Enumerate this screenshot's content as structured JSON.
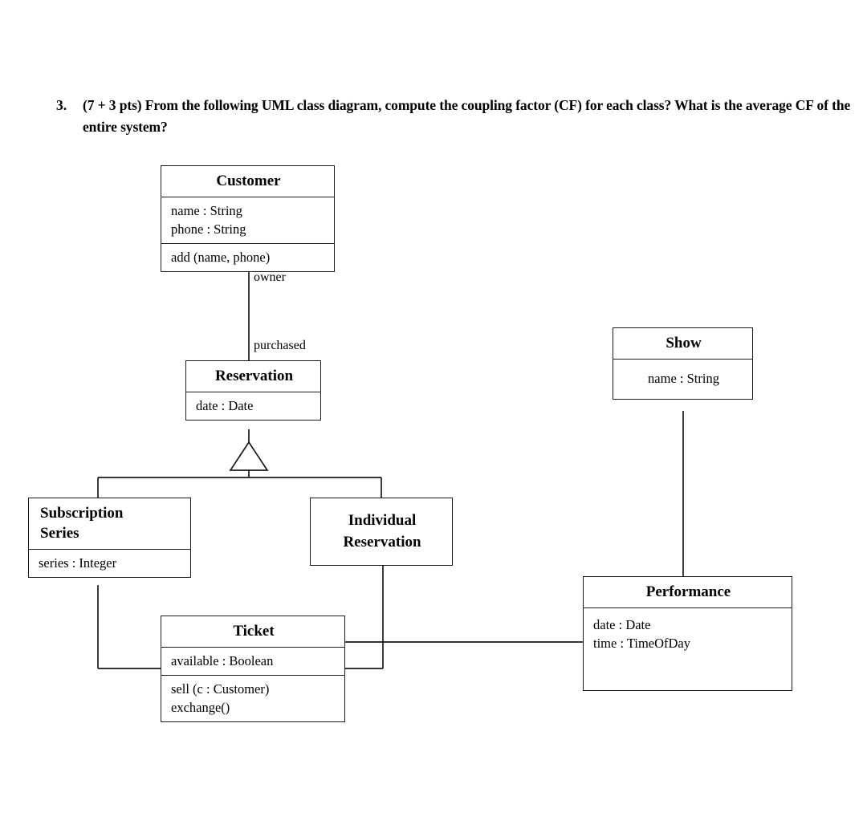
{
  "question": {
    "number": "3.",
    "text": "(7 + 3 pts) From the following UML class diagram, compute the coupling factor (CF) for each class? What is the average CF of the entire system?"
  },
  "diagram": {
    "type": "uml-class-diagram",
    "classes": {
      "customer": {
        "name": "Customer",
        "attributes": [
          "name : String",
          "phone : String"
        ],
        "operations": [
          "add (name, phone)"
        ]
      },
      "reservation": {
        "name": "Reservation",
        "attributes": [
          "date : Date"
        ],
        "operations": []
      },
      "subscription_series": {
        "name_line1": "Subscription",
        "name_line2": "Series",
        "attributes": [
          "series : Integer"
        ],
        "operations": []
      },
      "individual_reservation": {
        "name_line1": "Individual",
        "name_line2": "Reservation",
        "attributes": [],
        "operations": []
      },
      "ticket": {
        "name": "Ticket",
        "attributes": [
          "available : Boolean"
        ],
        "operations": [
          "sell  (c : Customer)",
          "exchange()"
        ]
      },
      "show": {
        "name": "Show",
        "attributes": [
          "name : String"
        ],
        "operations": []
      },
      "performance": {
        "name": "Performance",
        "attributes": [
          "date : Date",
          "time : TimeOfDay"
        ],
        "operations": []
      }
    },
    "association_labels": {
      "owner": "owner",
      "purchased": "purchased"
    },
    "relationships": [
      {
        "kind": "association",
        "from": "Customer",
        "to": "Reservation",
        "from_role": "owner",
        "to_role": "purchased"
      },
      {
        "kind": "generalization",
        "from": "Subscription Series",
        "to": "Reservation"
      },
      {
        "kind": "generalization",
        "from": "Individual Reservation",
        "to": "Reservation"
      },
      {
        "kind": "association",
        "from": "Subscription Series",
        "to": "Ticket"
      },
      {
        "kind": "association",
        "from": "Individual Reservation",
        "to": "Ticket"
      },
      {
        "kind": "association",
        "from": "Ticket",
        "to": "Performance"
      },
      {
        "kind": "association",
        "from": "Show",
        "to": "Performance"
      }
    ],
    "colors": {
      "line": "#1a1a1a",
      "background": "#ffffff",
      "text": "#000000"
    }
  }
}
